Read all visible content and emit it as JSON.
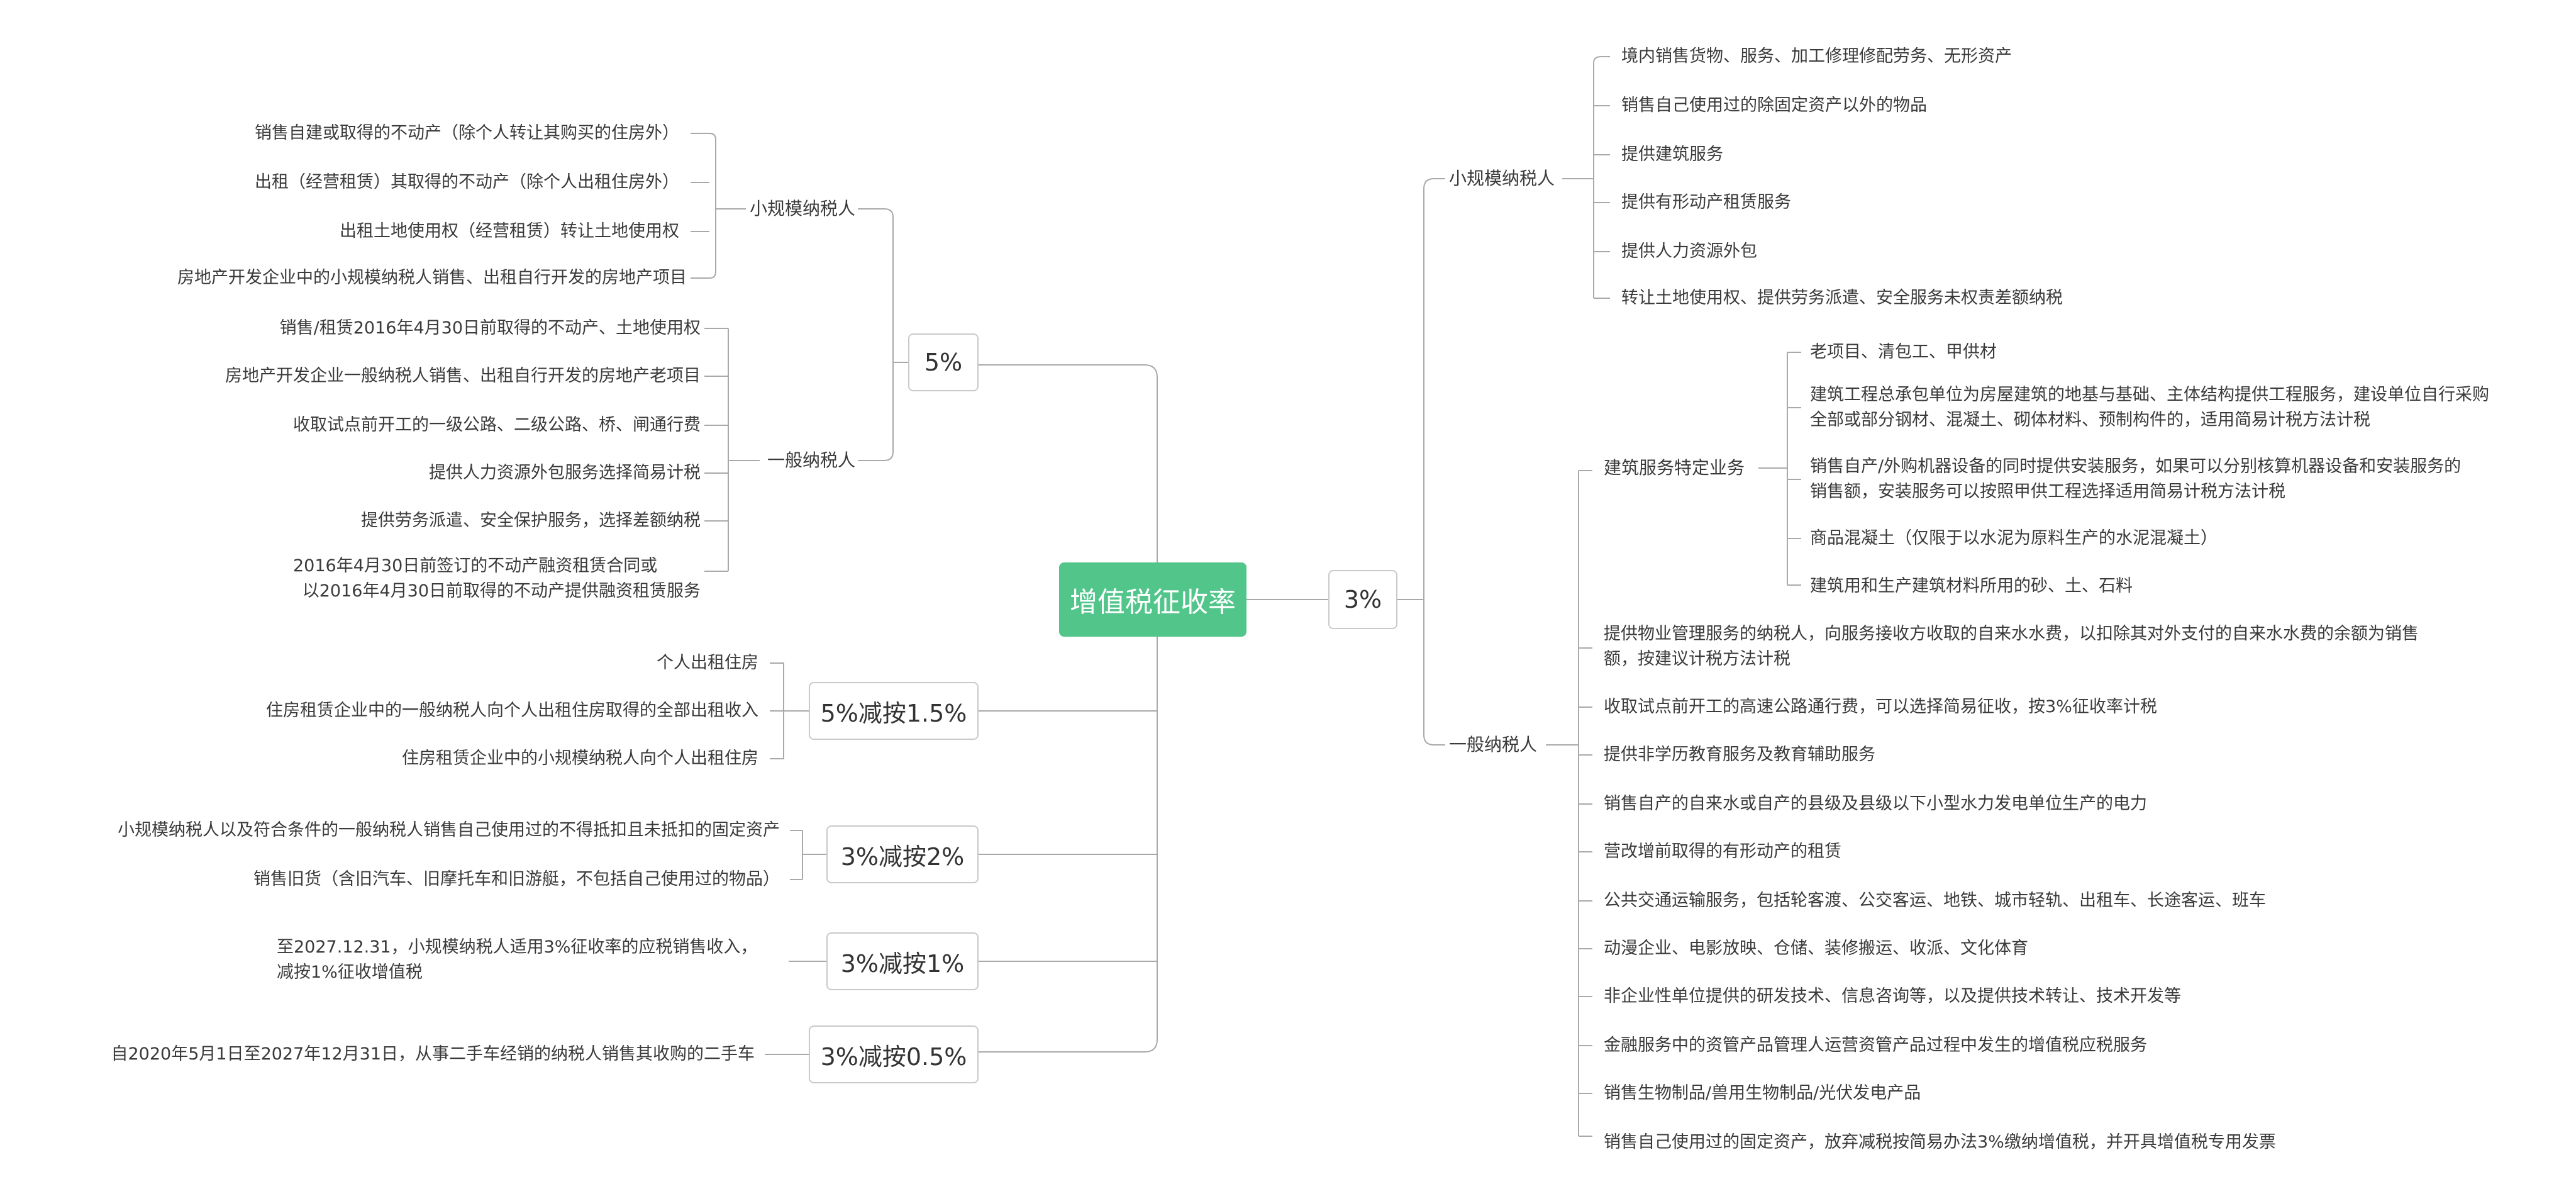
{
  "root": "增值税征收率",
  "rate_5": {
    "label": "5%",
    "small": {
      "label": "小规模纳税人",
      "items": [
        "销售自建或取得的不动产（除个人转让其购买的住房外）",
        "出租（经营租赁）其取得的不动产（除个人出租住房外）",
        "出租土地使用权（经营租赁）转让土地使用权",
        "房地产开发企业中的小规模纳税人销售、出租自行开发的房地产项目"
      ]
    },
    "general": {
      "label": "一般纳税人",
      "items": [
        "销售/租赁2016年4月30日前取得的不动产、土地使用权",
        "房地产开发企业一般纳税人销售、出租自行开发的房地产老项目",
        "收取试点前开工的一级公路、二级公路、桥、闸通行费",
        "提供人力资源外包服务选择简易计税",
        "提供劳务派遣、安全保护服务，选择差额纳税",
        "2016年4月30日前签订的不动产融资租赁合同或",
        "以2016年4月30日前取得的不动产提供融资租赁服务"
      ]
    }
  },
  "rate_5_15": {
    "label": "5%减按1.5%",
    "items": [
      "个人出租住房",
      "住房租赁企业中的一般纳税人向个人出租住房取得的全部出租收入",
      "住房租赁企业中的小规模纳税人向个人出租住房"
    ]
  },
  "rate_3_2": {
    "label": "3%减按2%",
    "items": [
      "小规模纳税人以及符合条件的一般纳税人销售自己使用过的不得抵扣且未抵扣的固定资产",
      "销售旧货（含旧汽车、旧摩托车和旧游艇，不包括自己使用过的物品）"
    ]
  },
  "rate_3_1": {
    "label": "3%减按1%",
    "lines": [
      "至2027.12.31，小规模纳税人适用3%征收率的应税销售收入，",
      "减按1%征收增值税"
    ]
  },
  "rate_3_05": {
    "label": "3%减按0.5%",
    "items": [
      "自2020年5月1日至2027年12月31日，从事二手车经销的纳税人销售其收购的二手车"
    ]
  },
  "rate_3": {
    "label": "3%",
    "small": {
      "label": "小规模纳税人",
      "items": [
        "境内销售货物、服务、加工修理修配劳务、无形资产",
        "销售自己使用过的除固定资产以外的物品",
        "提供建筑服务",
        "提供有形动产租赁服务",
        "提供人力资源外包",
        "转让土地使用权、提供劳务派遣、安全服务未权责差额纳税"
      ]
    },
    "general": {
      "label": "一般纳税人",
      "construction": {
        "label": "建筑服务特定业务",
        "items": [
          "老项目、清包工、甲供材",
          "建筑工程总承包单位为房屋建筑的地基与基础、主体结构提供工程服务，建设单位自行采购",
          "全部或部分钢材、混凝土、砌体材料、预制构件的，适用简易计税方法计税",
          "销售自产/外购机器设备的同时提供安装服务，如果可以分别核算机器设备和安装服务的",
          "销售额，安装服务可以按照甲供工程选择适用简易计税方法计税",
          "商品混凝土（仅限于以水泥为原料生产的水泥混凝土）",
          "建筑用和生产建筑材料所用的砂、土、石料"
        ]
      },
      "items": [
        "提供物业管理服务的纳税人，向服务接收方收取的自来水水费，以扣除其对外支付的自来水水费的余额为销售",
        "额，按建议计税方法计税",
        "收取试点前开工的高速公路通行费，可以选择简易征收，按3%征收率计税",
        "提供非学历教育服务及教育辅助服务",
        "销售自产的自来水或自产的县级及县级以下小型水力发电单位生产的电力",
        "营改增前取得的有形动产的租赁",
        "公共交通运输服务，包括轮客渡、公交客运、地铁、城市轻轨、出租车、长途客运、班车",
        "动漫企业、电影放映、仓储、装修搬运、收派、文化体育",
        "非企业性单位提供的研发技术、信息咨询等，以及提供技术转让、技术开发等",
        "金融服务中的资管产品管理人运营资管产品过程中发生的增值税应税服务",
        "销售生物制品/兽用生物制品/光伏发电产品",
        "销售自己使用过的固定资产，放弃减税按简易办法3%缴纳增值税，并开具增值税专用发票"
      ]
    }
  }
}
